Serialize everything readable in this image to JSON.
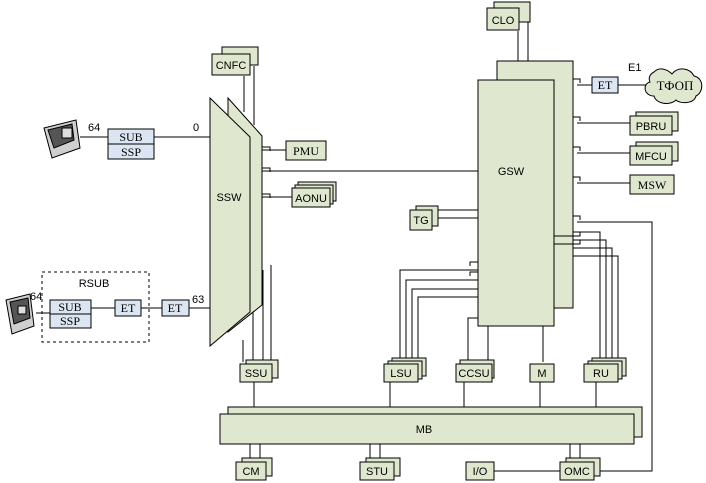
{
  "labels": {
    "clo": "CLO",
    "cnfc": "CNFC",
    "gsw": "GSW",
    "ssw": "SSW",
    "pmu": "PMU",
    "aonu": "AONU",
    "et_top": "ET",
    "e1": "E1",
    "pstn": "ТФОП",
    "pbru": "PBRU",
    "mfcu": "MFCU",
    "msw": "MSW",
    "tg": "TG",
    "sub1": "SUB",
    "ssp1": "SSP",
    "sub2": "SUB",
    "ssp2": "SSP",
    "rsub": "RSUB",
    "et_remote": "ET",
    "et_local": "ET",
    "num_64_top": "64",
    "num_64_bottom": "64",
    "num_0": "0",
    "num_63": "63",
    "ssu": "SSU",
    "lsu": "LSU",
    "ccsu": "CCSU",
    "m": "M",
    "ru": "RU",
    "mb": "MB",
    "cm": "CM",
    "stu": "STU",
    "io": "I/O",
    "omc": "OMC"
  },
  "icons": [
    "telephone-icon-top",
    "telephone-icon-bottom"
  ],
  "colors": {
    "block_fill": "#dfe8cf",
    "subscriber_fill": "#dce6f2",
    "line": "#000000"
  }
}
